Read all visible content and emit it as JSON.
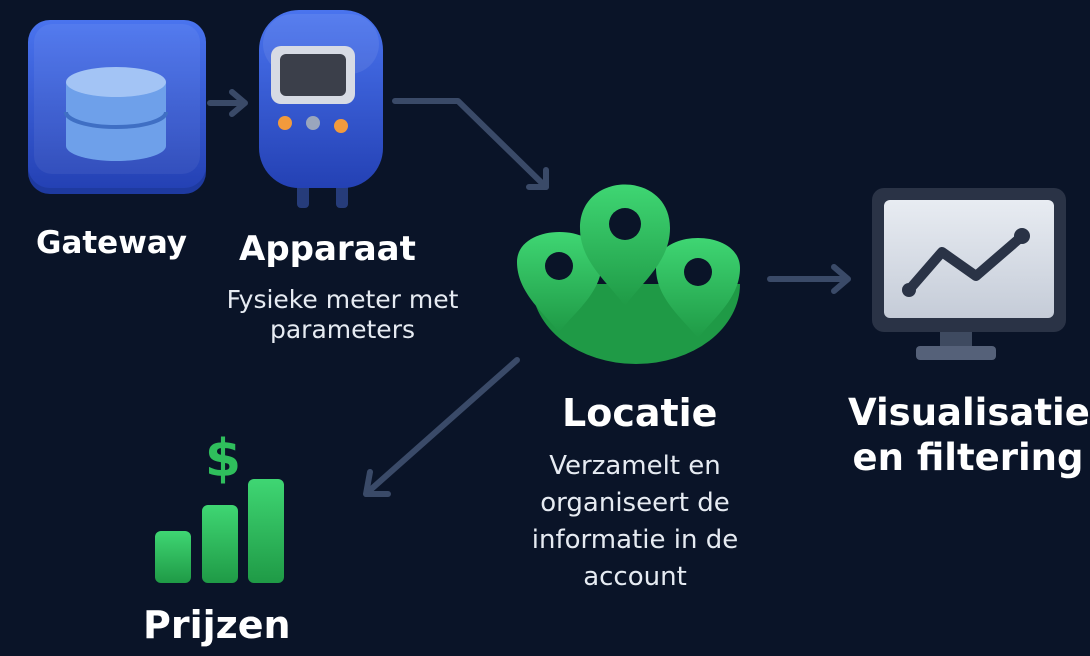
{
  "colors": {
    "background": "#0a1428",
    "blue": "#3057d4",
    "green": "#2fbe5c",
    "arrow": "#3a4a68",
    "text": "#ffffff"
  },
  "nodes": {
    "gateway": {
      "title": "Gateway",
      "icon": "database-icon"
    },
    "apparaat": {
      "title": "Apparaat",
      "description": "Fysieke meter met parameters",
      "icon": "meter-device-icon"
    },
    "locatie": {
      "title": "Locatie",
      "description": "Verzamelt en organiseert de informatie in de account",
      "icon": "location-pins-icon"
    },
    "visualisatie": {
      "title": "Visualisatie en filtering",
      "icon": "monitor-chart-icon"
    },
    "prijzen": {
      "title": "Prijzen",
      "icon": "price-bars-icon",
      "symbol": "$"
    }
  },
  "edges": [
    {
      "from": "gateway",
      "to": "apparaat"
    },
    {
      "from": "apparaat",
      "to": "locatie"
    },
    {
      "from": "locatie",
      "to": "visualisatie"
    },
    {
      "from": "locatie",
      "to": "prijzen"
    }
  ]
}
